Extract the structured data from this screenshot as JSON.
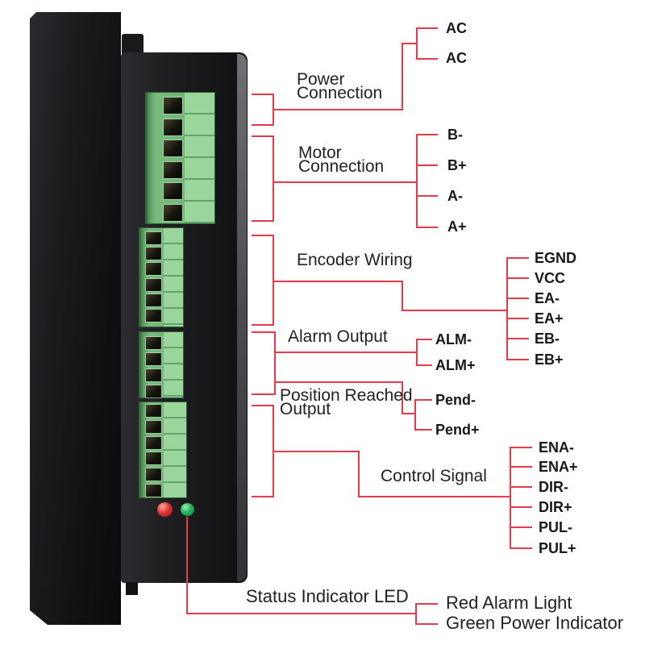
{
  "sections": [
    {
      "label": "Power Connection",
      "pins": [
        "AC",
        "AC"
      ]
    },
    {
      "label": "Motor Connection",
      "pins": [
        "B-",
        "B+",
        "A-",
        "A+"
      ]
    },
    {
      "label": "Encoder Wiring",
      "pins": [
        "EGND",
        "VCC",
        "EA-",
        "EA+",
        "EB-",
        "EB+"
      ]
    },
    {
      "label": "Alarm Output",
      "pins": [
        "ALM-",
        "ALM+"
      ]
    },
    {
      "label": "Position Reached Output",
      "pins": [
        "Pend-",
        "Pend+"
      ]
    },
    {
      "label": "Control Signal",
      "pins": [
        "ENA-",
        "ENA+",
        "DIR-",
        "DIR+",
        "PUL-",
        "PUL+"
      ]
    },
    {
      "label": "Status Indicator LED",
      "pins": [
        "Red Alarm Light",
        "Green Power Indicator"
      ]
    }
  ],
  "device": {
    "terminal_blocks": [
      {
        "terminals": 6
      },
      {
        "terminals": 6
      },
      {
        "terminals": 4
      },
      {
        "terminals": 6
      }
    ],
    "leds": [
      {
        "name": "alarm-led",
        "color": "#d32330"
      },
      {
        "name": "power-led",
        "color": "#1ea455"
      }
    ]
  },
  "colors": {
    "connector_line": "#e23c4c",
    "terminal_block_green": "#79bb7d",
    "label_text": "#222226"
  }
}
